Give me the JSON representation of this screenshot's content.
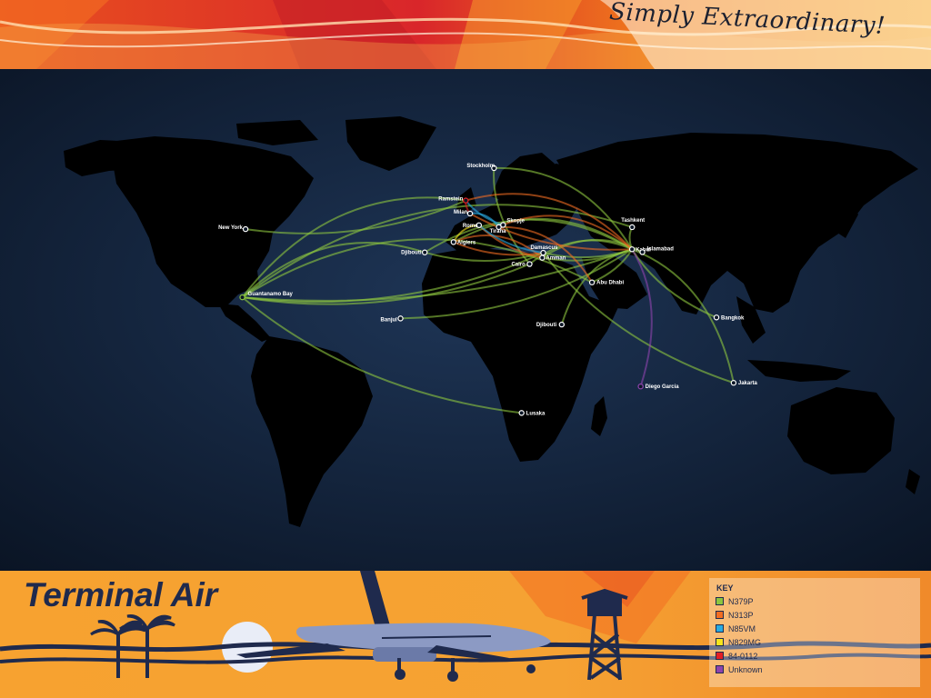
{
  "header": {
    "tagline": "Simply Extraordinary!"
  },
  "footer": {
    "brand_title": "Terminal Air"
  },
  "legend": {
    "title": "KEY",
    "items": [
      {
        "label": "N379P",
        "color": "#8dc63f"
      },
      {
        "label": "N313P",
        "color": "#f26d21"
      },
      {
        "label": "N85VM",
        "color": "#29abe2"
      },
      {
        "label": "N829MG",
        "color": "#f7e51c"
      },
      {
        "label": "84-0112",
        "color": "#e31e24"
      },
      {
        "label": "Unknown",
        "color": "#8e44ad"
      }
    ]
  },
  "cities": [
    {
      "name": "Stockholm",
      "lon": 18.07,
      "lat": 59.33,
      "marker": "#ffffff"
    },
    {
      "name": "Ramstein",
      "lon": 7.6,
      "lat": 49.44,
      "marker": "#e31e24"
    },
    {
      "name": "Milan",
      "lon": 9.19,
      "lat": 45.46,
      "marker": "#ffffff"
    },
    {
      "name": "Skopje",
      "lon": 21.43,
      "lat": 41.99,
      "marker": "#ffffff"
    },
    {
      "name": "Rome",
      "lon": 12.5,
      "lat": 41.9,
      "marker": "#ffffff"
    },
    {
      "name": "Tirana",
      "lon": 19.82,
      "lat": 41.33,
      "marker": "#ffffff"
    },
    {
      "name": "Algiers",
      "lon": 3.06,
      "lat": 36.75,
      "marker": "#ffffff"
    },
    {
      "name": "Djibouti",
      "lon": -7.6,
      "lat": 33.6,
      "marker": "#ffffff"
    },
    {
      "name": "Damascus",
      "lon": 36.3,
      "lat": 33.5,
      "marker": "#ffffff"
    },
    {
      "name": "Cairo",
      "lon": 31.24,
      "lat": 30.04,
      "marker": "#ffffff"
    },
    {
      "name": "Amman",
      "lon": 35.93,
      "lat": 31.95,
      "marker": "#ffffff"
    },
    {
      "name": "Tashkent",
      "lon": 69.24,
      "lat": 41.3,
      "marker": "#ffffff"
    },
    {
      "name": "Kabul",
      "lon": 69.2,
      "lat": 34.55,
      "marker": "#ffffff"
    },
    {
      "name": "Islamabad",
      "lon": 73.05,
      "lat": 33.68,
      "marker": "#ffffff"
    },
    {
      "name": "Abu Dhabi",
      "lon": 54.37,
      "lat": 24.45,
      "marker": "#ffffff"
    },
    {
      "name": "New York",
      "lon": -74.0,
      "lat": 40.71,
      "marker": "#ffffff"
    },
    {
      "name": "Guantanamo Bay",
      "lon": -75.2,
      "lat": 19.9,
      "marker": "#8dc63f"
    },
    {
      "name": "Banjul",
      "lon": -16.58,
      "lat": 13.45,
      "marker": "#ffffff"
    },
    {
      "name": "Djibouti",
      "lon": 43.15,
      "lat": 11.59,
      "marker": "#ffffff"
    },
    {
      "name": "Bangkok",
      "lon": 100.5,
      "lat": 13.75,
      "marker": "#ffffff"
    },
    {
      "name": "Diego Garcia",
      "lon": 72.4,
      "lat": -7.3,
      "marker": "#8e44ad"
    },
    {
      "name": "Jakarta",
      "lon": 106.85,
      "lat": -6.2,
      "marker": "#ffffff"
    },
    {
      "name": "Lusaka",
      "lon": 28.28,
      "lat": -15.39,
      "marker": "#ffffff"
    }
  ],
  "routes": [
    {
      "from": 16,
      "to": 12,
      "aircraft": 0
    },
    {
      "from": 16,
      "to": 11,
      "aircraft": 0
    },
    {
      "from": 16,
      "to": 8,
      "aircraft": 0
    },
    {
      "from": 16,
      "to": 14,
      "aircraft": 0
    },
    {
      "from": 16,
      "to": 9,
      "aircraft": 0
    },
    {
      "from": 16,
      "to": 7,
      "aircraft": 0
    },
    {
      "from": 16,
      "to": 22,
      "aircraft": 0
    },
    {
      "from": 16,
      "to": 1,
      "aircraft": 0
    },
    {
      "from": 15,
      "to": 1,
      "aircraft": 0
    },
    {
      "from": 7,
      "to": 12,
      "aircraft": 0
    },
    {
      "from": 7,
      "to": 8,
      "aircraft": 0
    },
    {
      "from": 6,
      "to": 12,
      "aircraft": 0
    },
    {
      "from": 17,
      "to": 12,
      "aircraft": 0
    },
    {
      "from": 18,
      "to": 12,
      "aircraft": 0
    },
    {
      "from": 12,
      "to": 19,
      "aircraft": 0
    },
    {
      "from": 12,
      "to": 21,
      "aircraft": 0
    },
    {
      "from": 8,
      "to": 21,
      "aircraft": 0
    },
    {
      "from": 12,
      "to": 10,
      "aircraft": 0
    },
    {
      "from": 12,
      "to": 9,
      "aircraft": 0
    },
    {
      "from": 12,
      "to": 11,
      "aircraft": 0
    },
    {
      "from": 13,
      "to": 10,
      "aircraft": 0
    },
    {
      "from": 12,
      "to": 14,
      "aircraft": 0
    },
    {
      "from": 8,
      "to": 12,
      "aircraft": 0
    },
    {
      "from": 0,
      "to": 12,
      "aircraft": 0
    },
    {
      "from": 0,
      "to": 9,
      "aircraft": 0
    },
    {
      "from": 3,
      "to": 12,
      "aircraft": 1
    },
    {
      "from": 2,
      "to": 12,
      "aircraft": 1
    },
    {
      "from": 1,
      "to": 12,
      "aircraft": 1
    },
    {
      "from": 6,
      "to": 8,
      "aircraft": 1
    },
    {
      "from": 6,
      "to": 10,
      "aircraft": 1
    },
    {
      "from": 4,
      "to": 10,
      "aircraft": 1
    },
    {
      "from": 5,
      "to": 14,
      "aircraft": 1
    },
    {
      "from": 1,
      "to": 3,
      "aircraft": 2
    },
    {
      "from": 2,
      "to": 5,
      "aircraft": 2
    },
    {
      "from": 4,
      "to": 8,
      "aircraft": 2
    },
    {
      "from": 6,
      "to": 4,
      "aircraft": 3
    },
    {
      "from": 1,
      "to": 2,
      "aircraft": 4
    },
    {
      "from": 12,
      "to": 20,
      "aircraft": 5
    }
  ]
}
